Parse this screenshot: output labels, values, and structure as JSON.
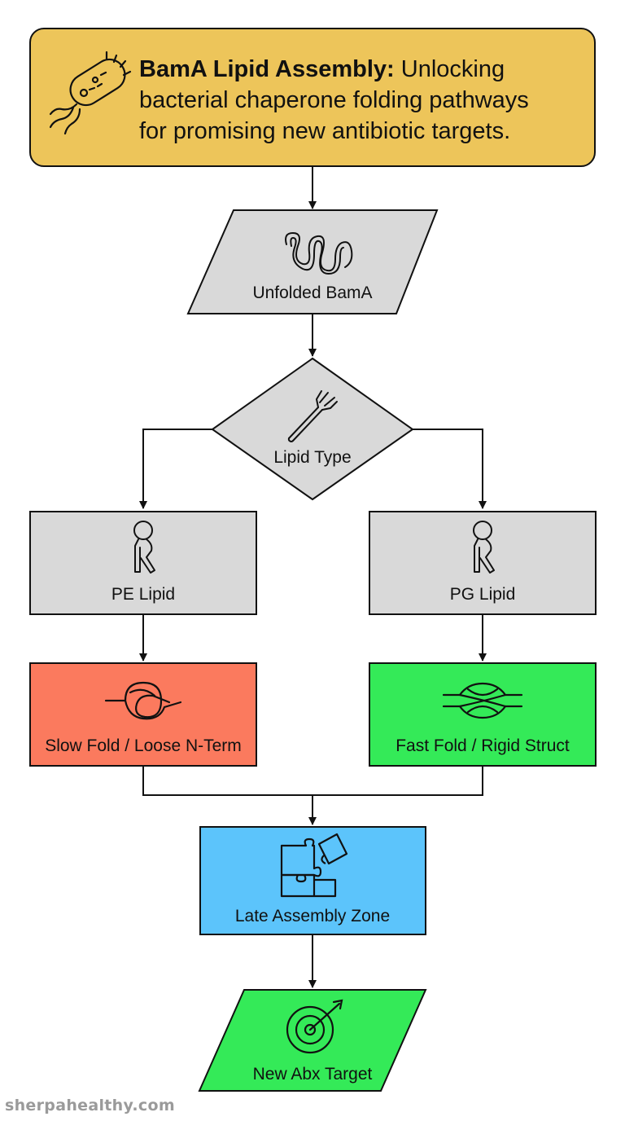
{
  "header": {
    "title_bold": "BamA Lipid Assembly:",
    "line1_rest": " Unlocking",
    "line2": "bacterial chaperone folding pathways",
    "line3": "for promising new antibiotic targets.",
    "icon": "bacterium-icon",
    "fill_color": "#EDC55A"
  },
  "nodes": {
    "unfolded": {
      "label": "Unfolded BamA",
      "icon": "squiggle-protein-icon",
      "fill_color": "#D9D9D9"
    },
    "decision": {
      "label": "Lipid Type",
      "icon": "fork-icon",
      "fill_color": "#D9D9D9"
    },
    "pe": {
      "label": "PE Lipid",
      "icon": "lipid-molecule-icon",
      "fill_color": "#D9D9D9"
    },
    "pg": {
      "label": "PG Lipid",
      "icon": "lipid-molecule-icon",
      "fill_color": "#D9D9D9"
    },
    "slow": {
      "label": "Slow Fold / Loose N-Term",
      "icon": "loose-knot-icon",
      "fill_color": "#FB7A5E"
    },
    "fast": {
      "label": "Fast Fold / Rigid Struct",
      "icon": "tight-knot-icon",
      "fill_color": "#34EA58"
    },
    "late": {
      "label": "Late Assembly Zone",
      "icon": "puzzle-icon",
      "fill_color": "#5CC4FB"
    },
    "target": {
      "label": "New Abx Target",
      "icon": "target-icon",
      "fill_color": "#34EA58"
    }
  },
  "watermark": "sherpahealthy.com"
}
